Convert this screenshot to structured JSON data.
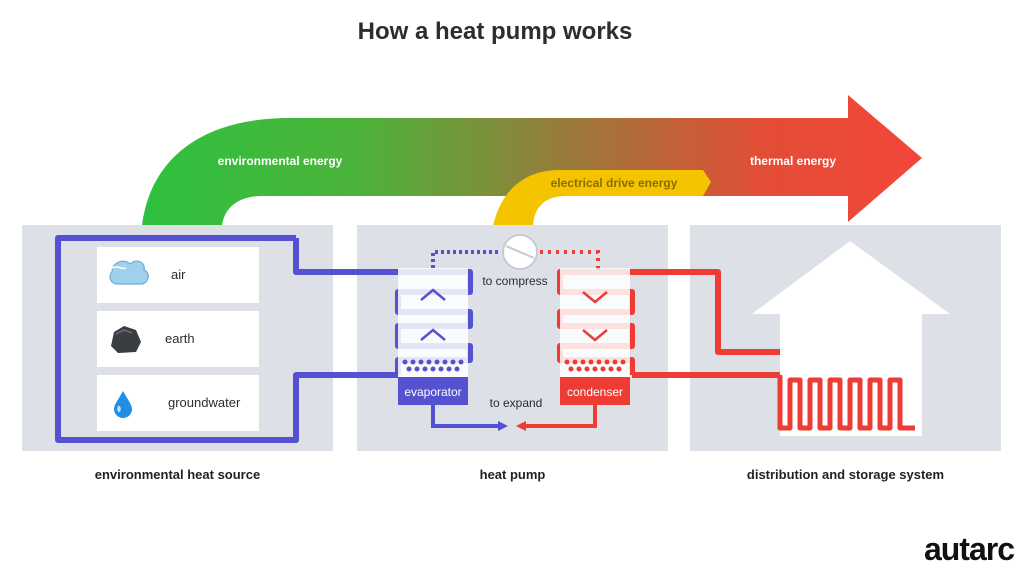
{
  "title": "How a heat pump works",
  "arrow_labels": {
    "environmental": "environmental energy",
    "electrical": "electrical drive energy",
    "thermal": "thermal energy"
  },
  "sources": [
    {
      "label": "air",
      "icon": "wind-icon"
    },
    {
      "label": "earth",
      "icon": "rock-icon"
    },
    {
      "label": "groundwater",
      "icon": "water-drop-icon"
    }
  ],
  "heat_pump": {
    "compress_label": "to compress",
    "expand_label": "to expand",
    "evaporator_label": "evaporator",
    "condenser_label": "condenser"
  },
  "sections": {
    "source": "environmental heat source",
    "pump": "heat pump",
    "distribution": "distribution and storage system"
  },
  "logo": "autarc",
  "colors": {
    "cold_loop": "#5552d1",
    "hot_loop": "#ee3b33",
    "green": "#2ec13f",
    "yellow": "#f4c400",
    "red": "#f2463a"
  }
}
